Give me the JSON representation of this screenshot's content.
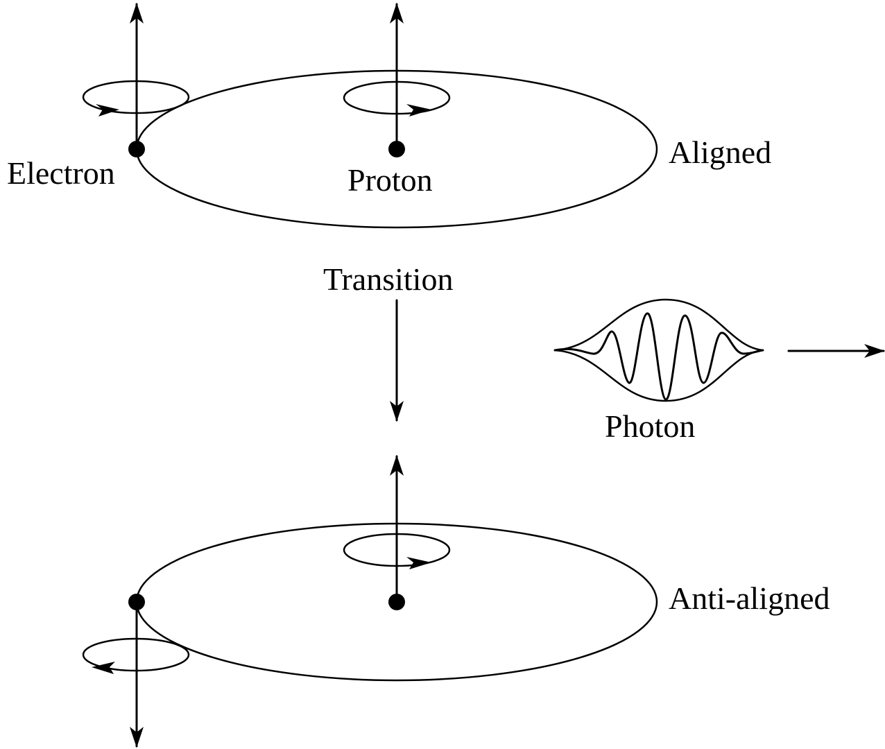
{
  "labels": {
    "electron": "Electron",
    "proton": "Proton",
    "aligned": "Aligned",
    "transition": "Transition",
    "photon": "Photon",
    "anti_aligned": "Anti-aligned"
  }
}
